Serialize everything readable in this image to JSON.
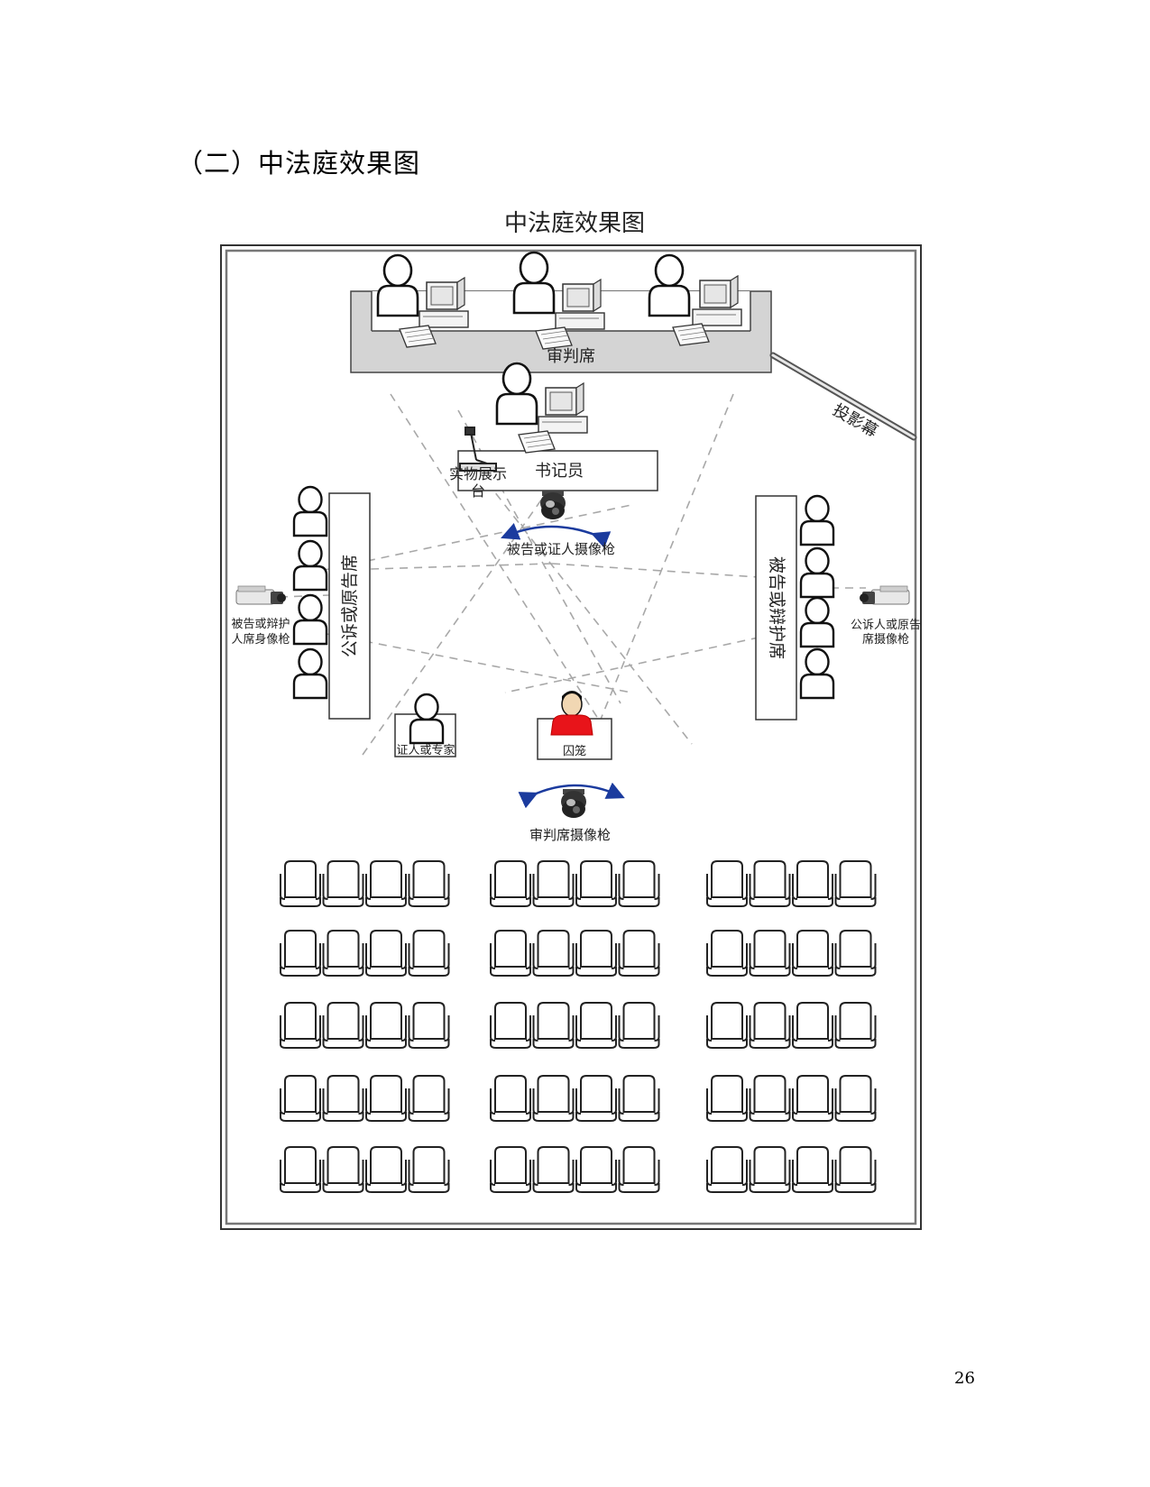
{
  "page": {
    "heading": "（二）中法庭效果图",
    "page_number": "26"
  },
  "diagram": {
    "title": "中法庭效果图",
    "labels": {
      "judge_bench": "审判席",
      "screen": "投影幕",
      "clerk": "书记员",
      "exhibit_line1": "实物展示",
      "exhibit_line2": "台",
      "defendant_witness_camera": "被告或证人摄像枪",
      "prosecutor_table": "公诉或原告席",
      "defense_table": "被告或辩护席",
      "left_camera_line1": "被告或辩护",
      "left_camera_line2": "人席身像枪",
      "right_camera_line1": "公诉人或原告",
      "right_camera_line2": "席摄像枪",
      "witness": "证人或专家",
      "dock": "囚笼",
      "bench_camera": "审判席摄像枪"
    },
    "colors": {
      "bench_fill": "#d4d4d4",
      "defendant": "#e8141a",
      "arrow": "#1b3b9e",
      "sightline": "#a8a8a8"
    }
  }
}
